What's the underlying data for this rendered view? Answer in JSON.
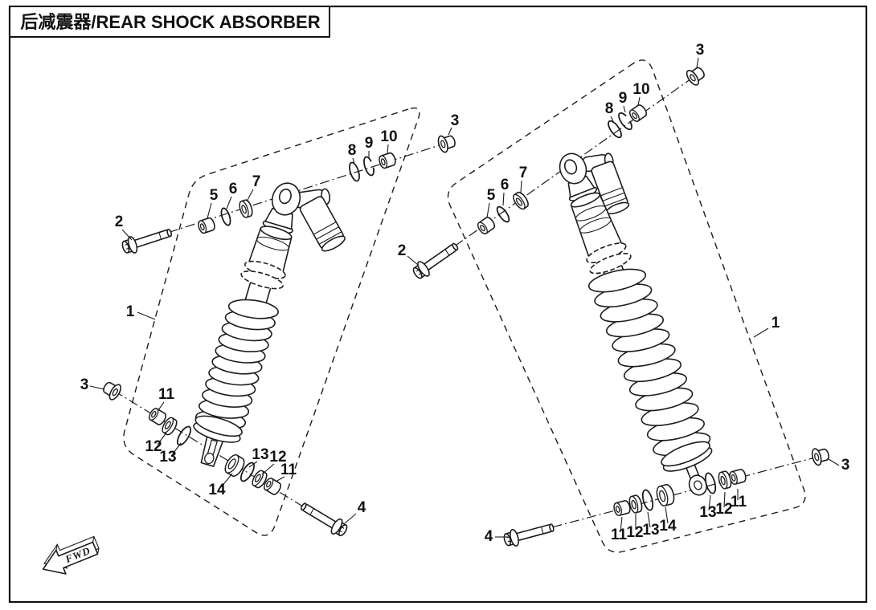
{
  "page": {
    "title": "后减震器/REAR SHOCK ABSORBER",
    "fwd_label": "FWD"
  },
  "colors": {
    "ink": "#1c1c1c",
    "background": "#ffffff"
  },
  "callouts": {
    "left": [
      {
        "label": "2"
      },
      {
        "label": "5"
      },
      {
        "label": "6"
      },
      {
        "label": "7"
      },
      {
        "label": "8"
      },
      {
        "label": "9"
      },
      {
        "label": "10"
      },
      {
        "label": "3"
      },
      {
        "label": "1"
      },
      {
        "label": "3"
      },
      {
        "label": "11"
      },
      {
        "label": "12"
      },
      {
        "label": "13"
      },
      {
        "label": "14"
      },
      {
        "label": "13"
      },
      {
        "label": "12"
      },
      {
        "label": "11"
      },
      {
        "label": "4"
      }
    ],
    "right": [
      {
        "label": "2"
      },
      {
        "label": "5"
      },
      {
        "label": "6"
      },
      {
        "label": "7"
      },
      {
        "label": "8"
      },
      {
        "label": "9"
      },
      {
        "label": "10"
      },
      {
        "label": "3"
      },
      {
        "label": "1"
      },
      {
        "label": "4"
      },
      {
        "label": "11"
      },
      {
        "label": "12"
      },
      {
        "label": "13"
      },
      {
        "label": "14"
      },
      {
        "label": "13"
      },
      {
        "label": "12"
      },
      {
        "label": "11"
      },
      {
        "label": "3"
      }
    ]
  }
}
